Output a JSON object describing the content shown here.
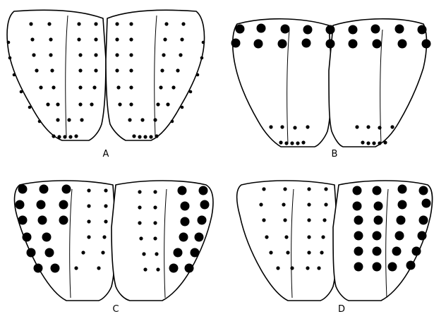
{
  "panels": [
    {
      "id": "A",
      "label": "A"
    },
    {
      "id": "B",
      "label": "B"
    },
    {
      "id": "C",
      "label": "C"
    },
    {
      "id": "D",
      "label": "D"
    }
  ],
  "colors": {
    "stroke": "#000000",
    "background": "#ffffff",
    "dot": "#000000"
  }
}
